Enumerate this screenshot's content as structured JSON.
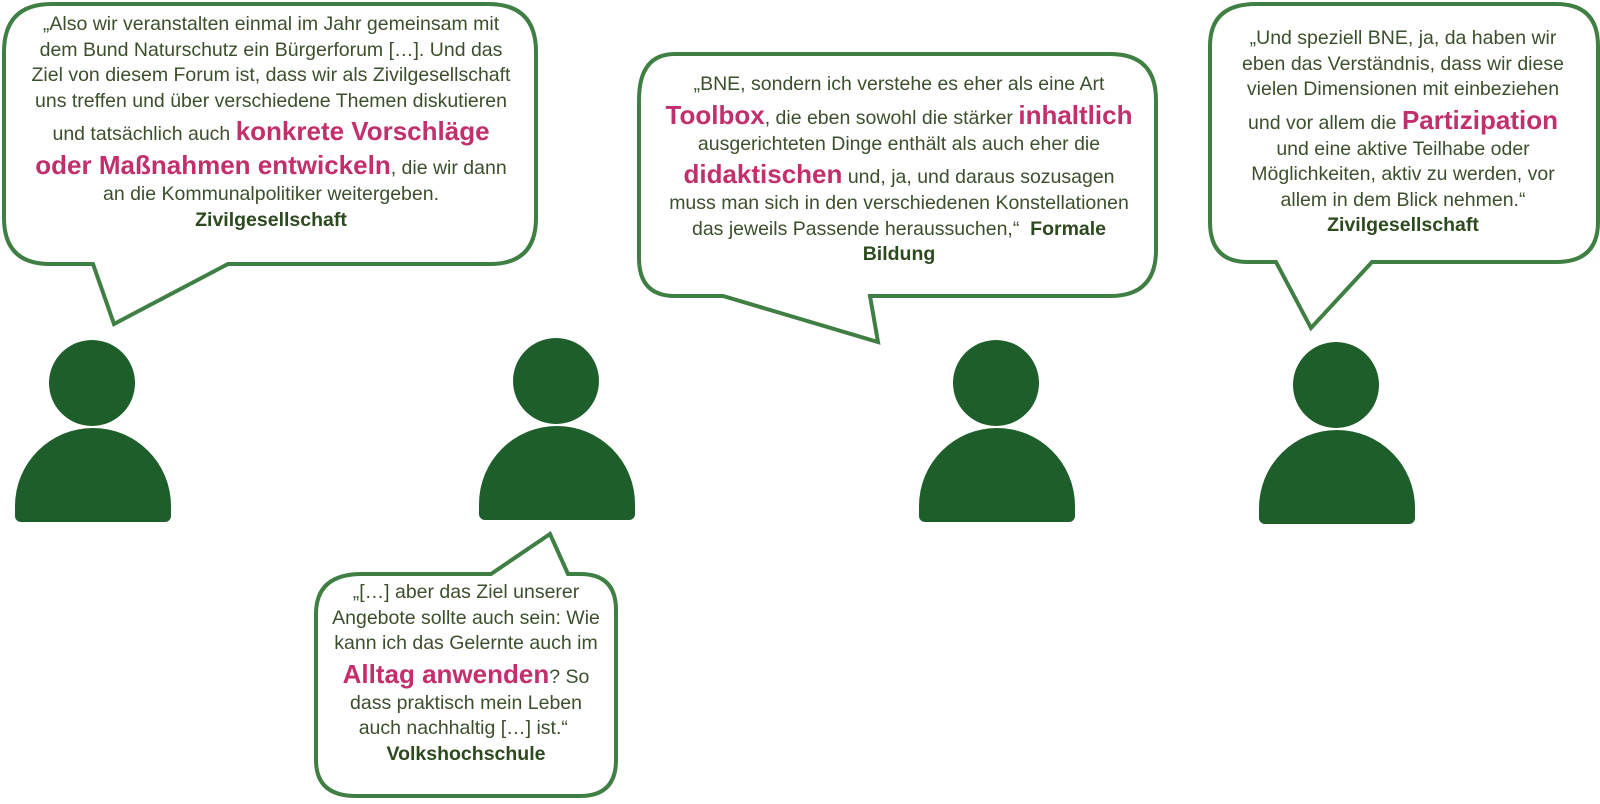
{
  "colors": {
    "bubble_border": "#3f7f43",
    "text": "#3c4f2c",
    "highlight": "#c22f6c",
    "source": "#2c4a1e",
    "person": "#1e5e2b"
  },
  "quotes": [
    {
      "part1": "„Also wir veranstalten einmal im Jahr gemeinsam mit dem Bund Naturschutz ein Bürgerforum […]. Und das Ziel von diesem Forum ist, dass wir als Zivilgesellschaft uns treffen und über verschiedene Themen diskutieren und tatsächlich auch",
      "highlight1": "konkrete Vorschläge oder Maßnahmen entwickeln",
      "part2": ", die wir dann an die Kommunalpolitiker weitergeben.",
      "source": "Zivilgesellschaft"
    },
    {
      "part1": "„[…] aber das Ziel unserer Angebote sollte auch sein: Wie kann ich das Gelernte auch im",
      "highlight1": "Alltag anwenden",
      "part2": "? So dass praktisch mein Leben auch nachhaltig […] ist.“",
      "source": "Volkshochschule"
    },
    {
      "part1": "„BNE, sondern ich verstehe es eher als eine Art",
      "highlight1": "Toolbox",
      "part2": ", die eben sowohl die stärker",
      "highlight2": "inhaltlich",
      "part3": "ausgerichteten Dinge enthält als auch eher die",
      "highlight3": "didaktischen",
      "part4": "und, ja, und daraus sozusagen muss man sich in den verschiedenen Konstellationen das jeweils Passende heraussuchen,“",
      "source": "Formale Bildung"
    },
    {
      "part1": "„Und speziell BNE, ja, da haben wir eben das Verständnis, dass wir diese vielen Dimensionen mit einbeziehen und vor allem die",
      "highlight1": "Partizipation",
      "part2": "und eine aktive Teilhabe oder Möglichkeiten, aktiv zu werden, vor allem in dem Blick nehmen.“",
      "source": "Zivilgesellschaft"
    }
  ]
}
